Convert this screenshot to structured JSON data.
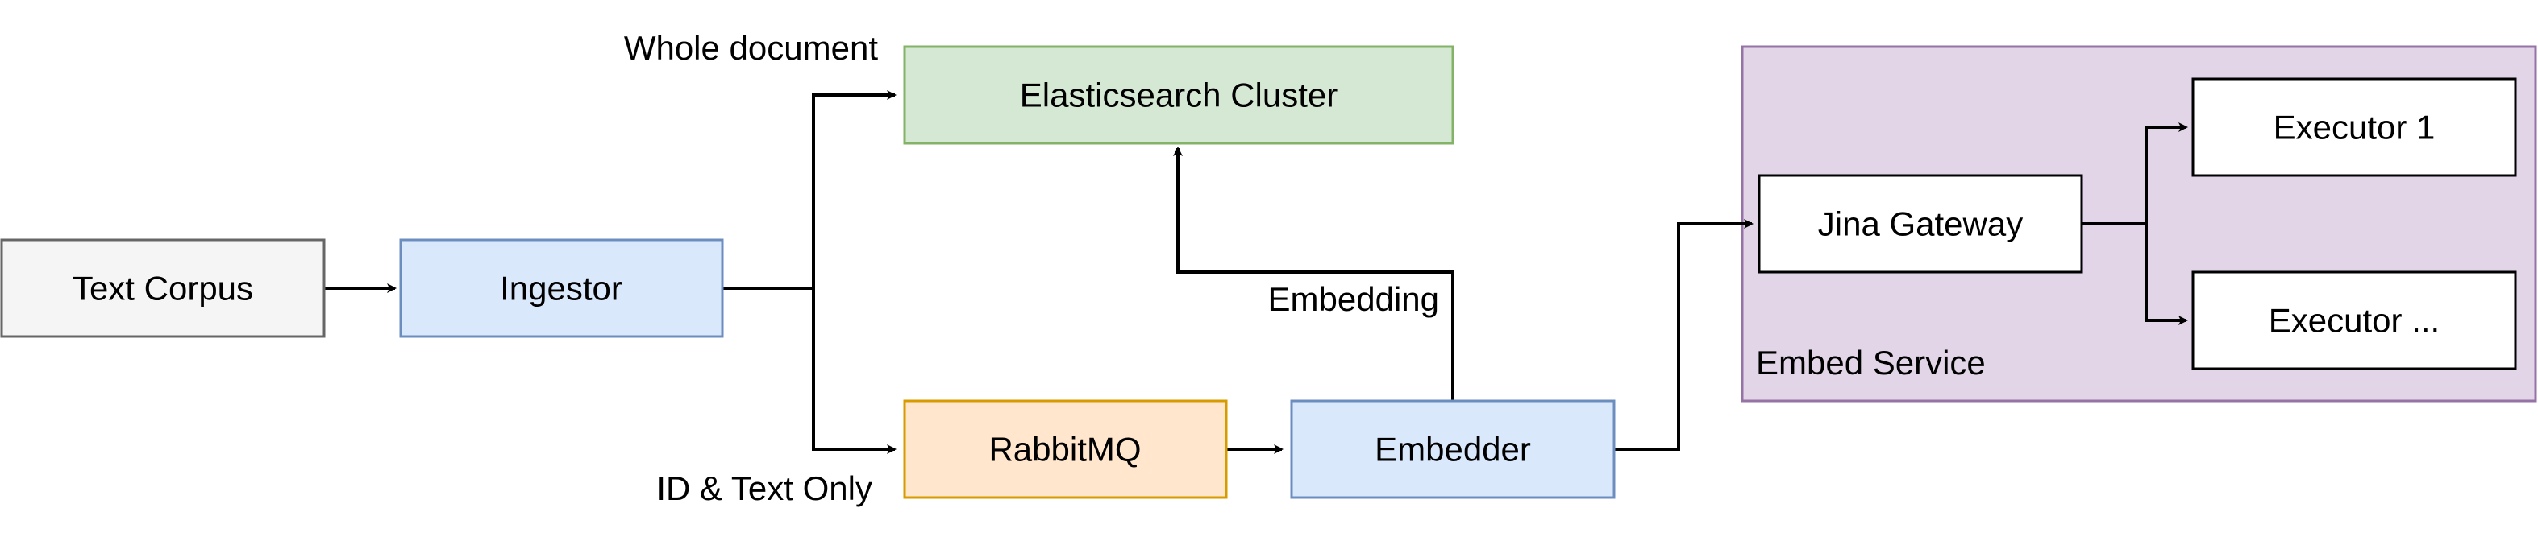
{
  "diagram": {
    "nodes": {
      "text_corpus": {
        "label": "Text Corpus",
        "fill": "#f5f5f5",
        "stroke": "#666666",
        "text_color": "#333333"
      },
      "ingestor": {
        "label": "Ingestor",
        "fill": "#dae8fc",
        "stroke": "#6c8ebf"
      },
      "elasticsearch": {
        "label": "Elasticsearch Cluster",
        "fill": "#d5e8d4",
        "stroke": "#82b366"
      },
      "rabbitmq": {
        "label": "RabbitMQ",
        "fill": "#ffe6cc",
        "stroke": "#d79b00"
      },
      "embedder": {
        "label": "Embedder",
        "fill": "#dae8fc",
        "stroke": "#6c8ebf"
      },
      "embed_service": {
        "label": "Embed Service",
        "fill": "#e1d5e7",
        "stroke": "#9673a6"
      },
      "jina_gateway": {
        "label": "Jina Gateway",
        "fill": "#ffffff",
        "stroke": "#000000"
      },
      "executor_1": {
        "label": "Executor 1",
        "fill": "#ffffff",
        "stroke": "#000000"
      },
      "executor_n": {
        "label": "Executor ...",
        "fill": "#ffffff",
        "stroke": "#000000"
      }
    },
    "edge_labels": {
      "whole_document": "Whole document",
      "id_text_only": "ID & Text Only",
      "embedding": "Embedding"
    }
  }
}
